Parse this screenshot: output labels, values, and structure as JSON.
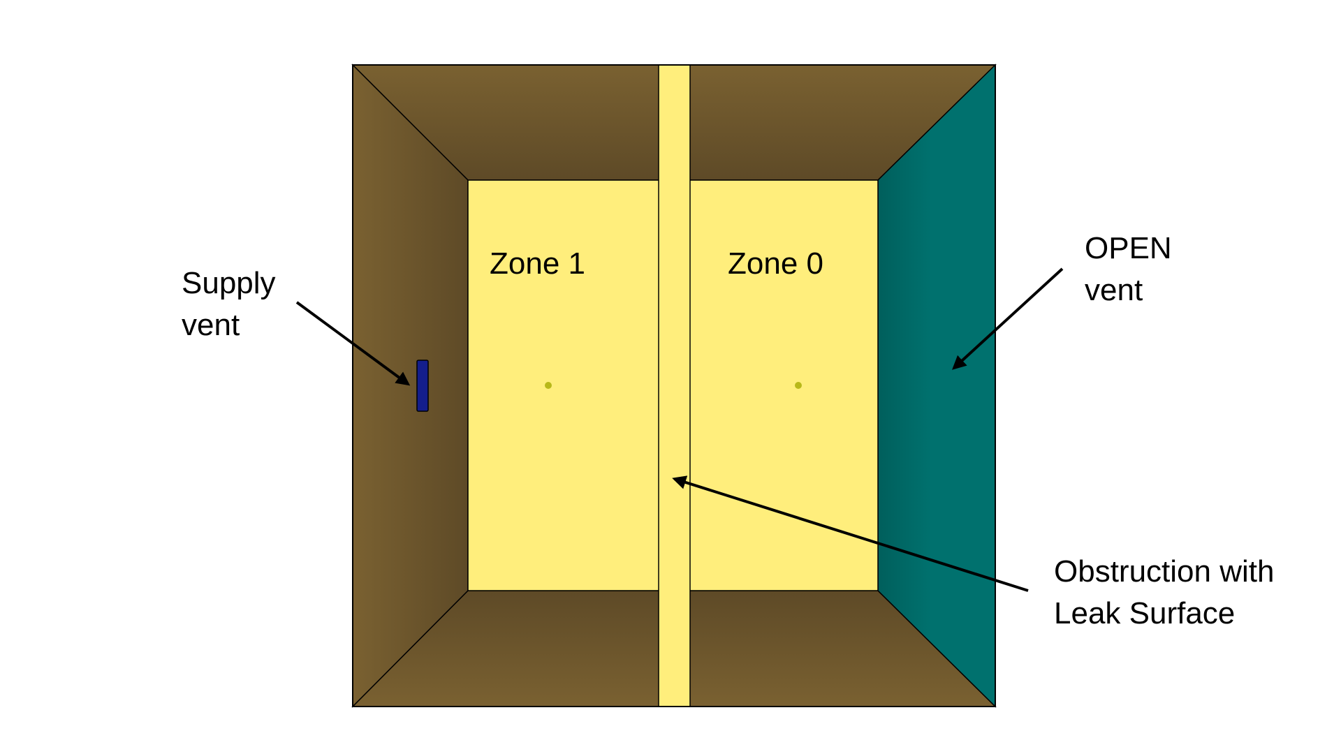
{
  "zones": [
    {
      "label": "Zone 1"
    },
    {
      "label": "Zone 0"
    }
  ],
  "callouts": {
    "supply": {
      "line1": "Supply",
      "line2": "vent"
    },
    "open": {
      "line1": "OPEN",
      "line2": "vent"
    },
    "obstruction": {
      "line1": "Obstruction with",
      "line2": "Leak Surface"
    }
  },
  "colors": {
    "floor": "#FFEE7C",
    "obstruction": "#FFEE7C",
    "wall_light": "#7A6131",
    "wall_dark": "#5E4A27",
    "open_vent": "#00716E",
    "open_vent_dark": "#005F5C",
    "supply_vent": "#141E8C",
    "zone_marker": "#B8B81A",
    "arrow": "#000000"
  }
}
